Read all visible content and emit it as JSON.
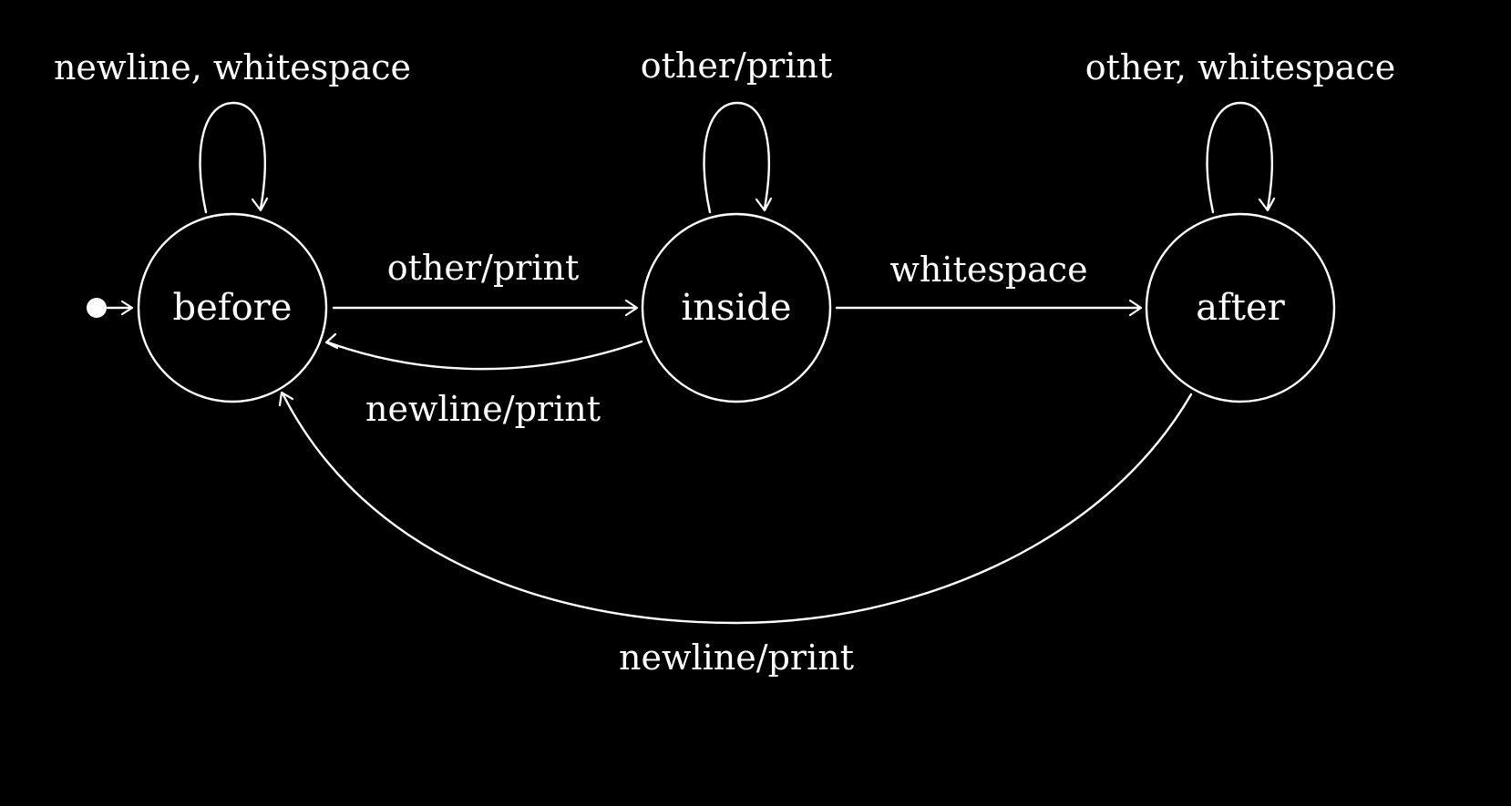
{
  "colors": {
    "background": "#000000",
    "foreground": "#ffffff"
  },
  "states": [
    {
      "id": "before",
      "label": "before",
      "initial": true
    },
    {
      "id": "inside",
      "label": "inside",
      "initial": false
    },
    {
      "id": "after",
      "label": "after",
      "initial": false
    }
  ],
  "transitions": [
    {
      "id": "before-self",
      "from": "before",
      "to": "before",
      "label": "newline, whitespace"
    },
    {
      "id": "inside-self",
      "from": "inside",
      "to": "inside",
      "label": "other/print"
    },
    {
      "id": "after-self",
      "from": "after",
      "to": "after",
      "label": "other, whitespace"
    },
    {
      "id": "before-to-inside",
      "from": "before",
      "to": "inside",
      "label": "other/print"
    },
    {
      "id": "inside-to-before",
      "from": "inside",
      "to": "before",
      "label": "newline/print"
    },
    {
      "id": "inside-to-after",
      "from": "inside",
      "to": "after",
      "label": "whitespace"
    },
    {
      "id": "after-to-before",
      "from": "after",
      "to": "before",
      "label": "newline/print"
    }
  ]
}
